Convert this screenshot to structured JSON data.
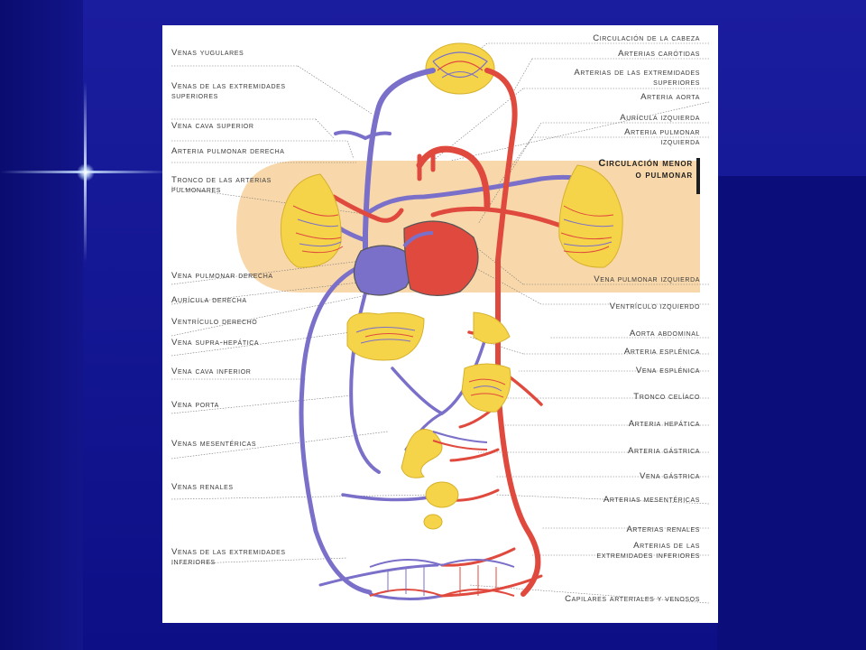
{
  "slide": {
    "background_color": "#13168f",
    "flare_color": "#dbe8ff"
  },
  "diagram": {
    "colors": {
      "venous": "#7a6fc9",
      "arterial": "#e04a3e",
      "organ_yellow": "#f5d44a",
      "pulmonary_band": "#f7d4a2"
    },
    "pulmonary_title": "Circulación menor o pulmonar",
    "labels_left": [
      "Venas yugulares",
      "Venas de las extremidades superiores",
      "Vena cava superior",
      "Arteria pulmonar derecha",
      "Tronco de las arterias pulmonares",
      "Vena pulmonar derecha",
      "Aurícula derecha",
      "Ventrículo derecho",
      "Vena supra-hepática",
      "Vena cava inferior",
      "Vena porta",
      "Venas mesentéricas",
      "Venas renales",
      "Venas de las extremidades inferiores"
    ],
    "labels_right": [
      "Circulación de la cabeza",
      "Arterias carótidas",
      "Arterias de las extremidades superiores",
      "Arteria aorta",
      "Aurícula izquierda",
      "Arteria pulmonar izquierda",
      "Vena pulmonar izquierda",
      "Ventrículo izquierdo",
      "Aorta abdominal",
      "Arteria esplénica",
      "Vena esplénica",
      "Tronco celíaco",
      "Arteria hepática",
      "Arteria gástrica",
      "Vena gástrica",
      "Arterias mesentéricas",
      "Arterias renales",
      "Arterias de las extremidades inferiores",
      "Capilares arteriales y venosos"
    ]
  }
}
